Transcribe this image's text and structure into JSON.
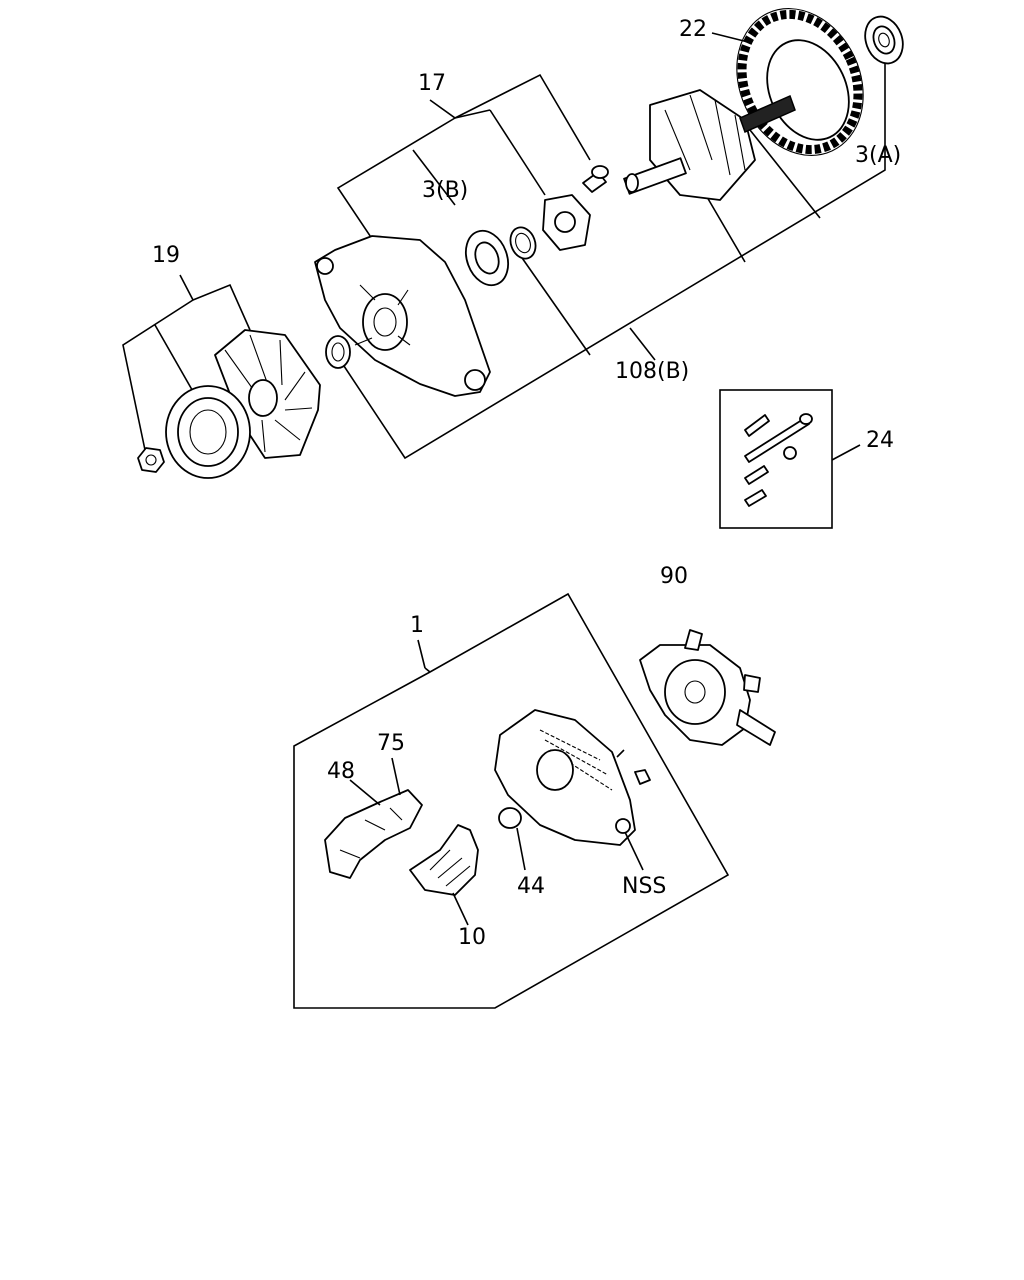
{
  "callouts": {
    "c22": "22",
    "c17": "17",
    "c3b": "3(B)",
    "c3a": "3(A)",
    "c19": "19",
    "c108b": "108(B)",
    "c24": "24",
    "c90": "90",
    "c1": "1",
    "c75": "75",
    "c48": "48",
    "c44": "44",
    "cnss": "NSS",
    "c10": "10"
  }
}
